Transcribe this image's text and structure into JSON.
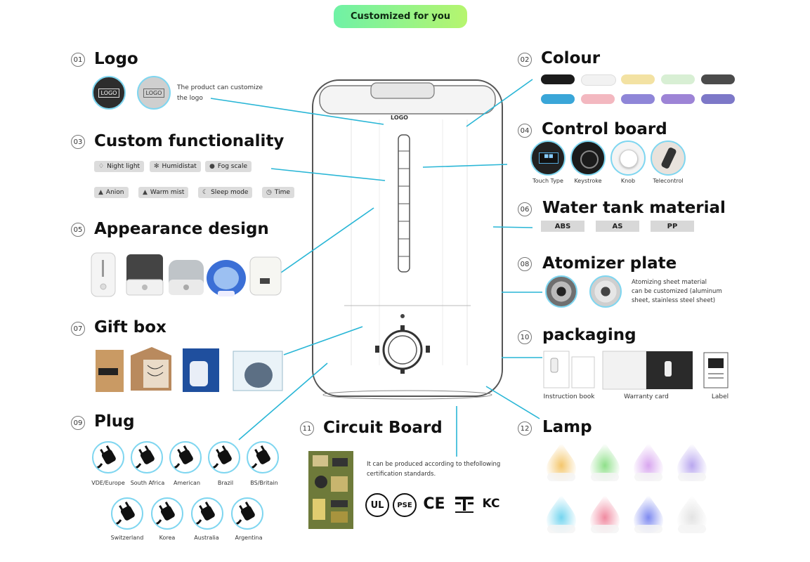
{
  "banner": "Customized for you",
  "sections": {
    "logo": {
      "num": "01",
      "title": "Logo",
      "desc_line1": "The product can customize",
      "desc_line2": "the logo",
      "badge_text": "LOGO"
    },
    "colour": {
      "num": "02",
      "title": "Colour"
    },
    "function": {
      "num": "03",
      "title": "Custom functionality",
      "chips": [
        "Night light",
        "Humidistat",
        "Fog scale",
        "Anion",
        "Warm mist",
        "Sleep mode",
        "Time"
      ]
    },
    "control": {
      "num": "04",
      "title": "Control board",
      "items": [
        "Touch Type",
        "Keystroke",
        "Knob",
        "Telecontrol"
      ]
    },
    "appearance": {
      "num": "05",
      "title": "Appearance design"
    },
    "tank": {
      "num": "06",
      "title": "Water tank material",
      "materials": [
        "ABS",
        "AS",
        "PP"
      ]
    },
    "giftbox": {
      "num": "07",
      "title": "Gift box"
    },
    "atomizer": {
      "num": "08",
      "title": "Atomizer plate",
      "desc_line1": "Atomizing sheet material",
      "desc_line2": "can be customized (aluminum",
      "desc_line3": "sheet, stainless steel sheet)"
    },
    "plug": {
      "num": "09",
      "title": "Plug",
      "row1": [
        "VDE/Europe",
        "South Africa",
        "American",
        "Brazil",
        "BS/Britain"
      ],
      "row2": [
        "Switzerland",
        "Korea",
        "Australia",
        "Argentina"
      ]
    },
    "packaging": {
      "num": "10",
      "title": "packaging",
      "items": [
        "Instruction book",
        "Warranty card",
        "Label"
      ]
    },
    "circuit": {
      "num": "11",
      "title": "Circuit Board",
      "desc_line1": "It can be produced according to thefollowing",
      "desc_line2": "certification standards.",
      "certs": [
        "UL",
        "PSE",
        "CE",
        "",
        "KC"
      ]
    },
    "lamp": {
      "num": "12",
      "title": "Lamp"
    }
  },
  "product_logo": "LOGO",
  "colors": {
    "accent": "#29b6d6",
    "swatches_row1": [
      "#1b1b1b",
      "#f2f2f2",
      "#f3e2a3",
      "#d8efd4",
      "#4b4b4b"
    ],
    "swatches_row2": [
      "#3aa6d8",
      "#f3b8c0",
      "#8f86d8",
      "#9d84d6",
      "#7d78c8"
    ],
    "lamps": [
      "#f4c66b",
      "#8fe08a",
      "#d8a6ef",
      "#b9a7ef",
      "#74d5ef",
      "#f08aa0",
      "#7e8af0",
      "#e3e3e3"
    ]
  }
}
